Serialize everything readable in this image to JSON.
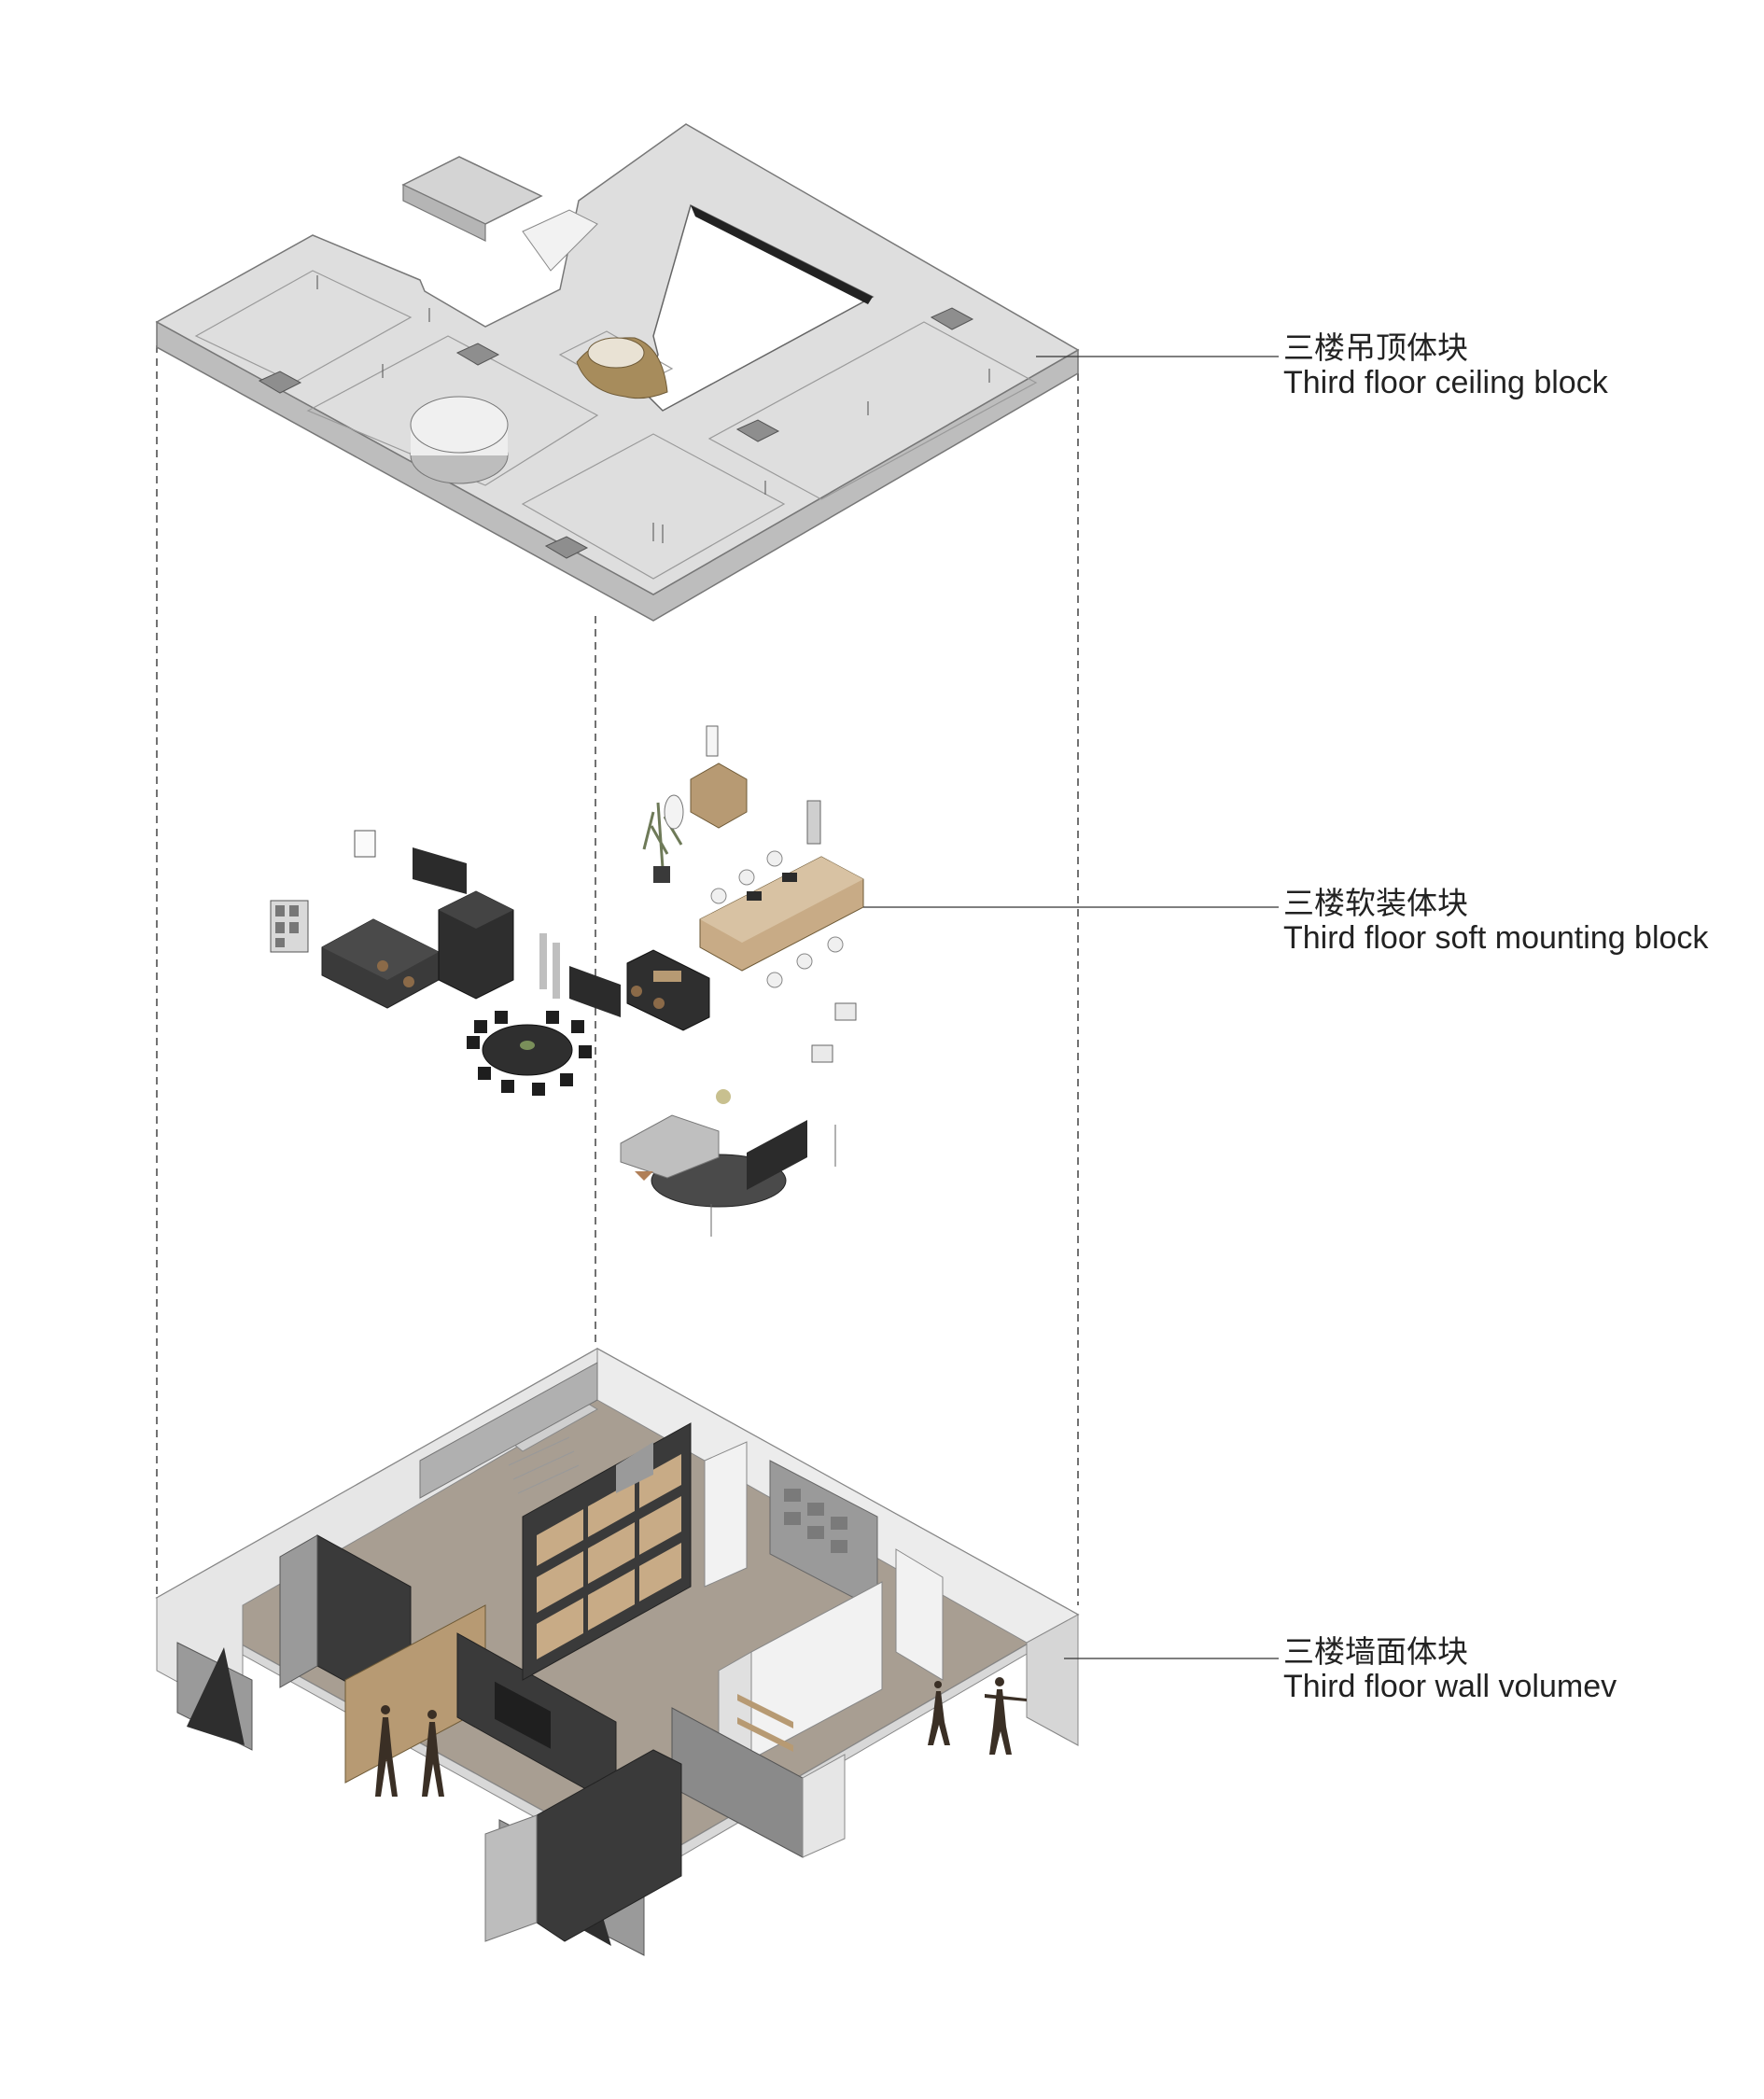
{
  "layers": [
    {
      "id": "ceiling",
      "label_zh": "三楼吊顶体块",
      "label_en": "Third floor ceiling block"
    },
    {
      "id": "soft",
      "label_zh": "三楼软装体块",
      "label_en": "Third floor soft mounting block"
    },
    {
      "id": "wall",
      "label_zh": "三楼墙面体块",
      "label_en": "Third floor wall volumev"
    }
  ],
  "colors": {
    "background": "#ffffff",
    "ceiling_top": "#dcdcdc",
    "ceiling_side": "#bdbdbd",
    "floor": "#a89e92",
    "wall_light": "#e6e6e6",
    "wall_mid": "#9a9a9a",
    "wall_dark": "#3a3a3a",
    "wood": "#b79a73",
    "line": "#333333"
  }
}
